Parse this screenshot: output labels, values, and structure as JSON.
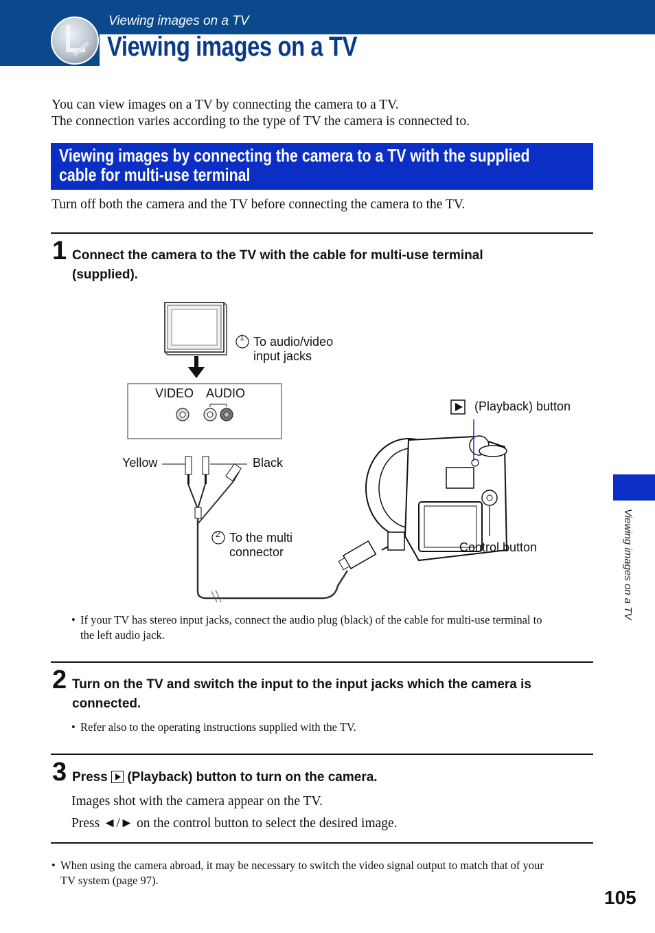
{
  "header": {
    "running_title": "Viewing images on a TV",
    "title": "Viewing images on a TV"
  },
  "intro": {
    "line1": "You can view images on a TV by connecting the camera to a TV.",
    "line2": "The connection varies according to the type of TV the camera is connected to."
  },
  "section": {
    "title_line1": "Viewing images by connecting the camera to a TV with the supplied",
    "title_line2": "cable for multi-use terminal",
    "lead": "Turn off both the camera and the TV before connecting the camera to the TV."
  },
  "steps": [
    {
      "number": "1",
      "text_line1": "Connect the camera to the TV with the cable for multi-use terminal",
      "text_line2": "(supplied).",
      "note_bullet": "•",
      "note_line1": "If your TV has stereo input jacks, connect the audio plug (black) of the cable for multi-use terminal to",
      "note_line2": "the left audio jack."
    },
    {
      "number": "2",
      "text_line1": "Turn on the TV and switch the input to the input jacks which the camera is",
      "text_line2": "connected.",
      "note_bullet": "•",
      "note_line1": "Refer also to the operating instructions supplied with the TV."
    },
    {
      "number": "3",
      "text_prefix": "Press",
      "text_suffix": "(Playback) button to turn on the camera.",
      "body_line1": "Images shot with the camera appear on the TV.",
      "body_line2_prefix": "Press ◄/► on the control button to select the desired image."
    }
  ],
  "diagram": {
    "callout1_num": "1",
    "callout1_line1": "To audio/video",
    "callout1_line2": "input jacks",
    "jack_video": "VIDEO",
    "jack_audio": "AUDIO",
    "yellow": "Yellow",
    "black": "Black",
    "callout2_num": "2",
    "callout2_line1": "To the multi",
    "callout2_line2": "connector",
    "playback_button": "(Playback) button",
    "control_button": "Control button"
  },
  "footer_note": {
    "bullet": "•",
    "line1": "When using the camera abroad, it may be necessary to switch the video signal output to match that of your",
    "line2": "TV system (page 97)."
  },
  "sidebar": {
    "label": "Viewing images on a TV"
  },
  "page_number": "105",
  "colors": {
    "header_blue": "#0a4a8c",
    "section_blue": "#0b2fc4"
  }
}
